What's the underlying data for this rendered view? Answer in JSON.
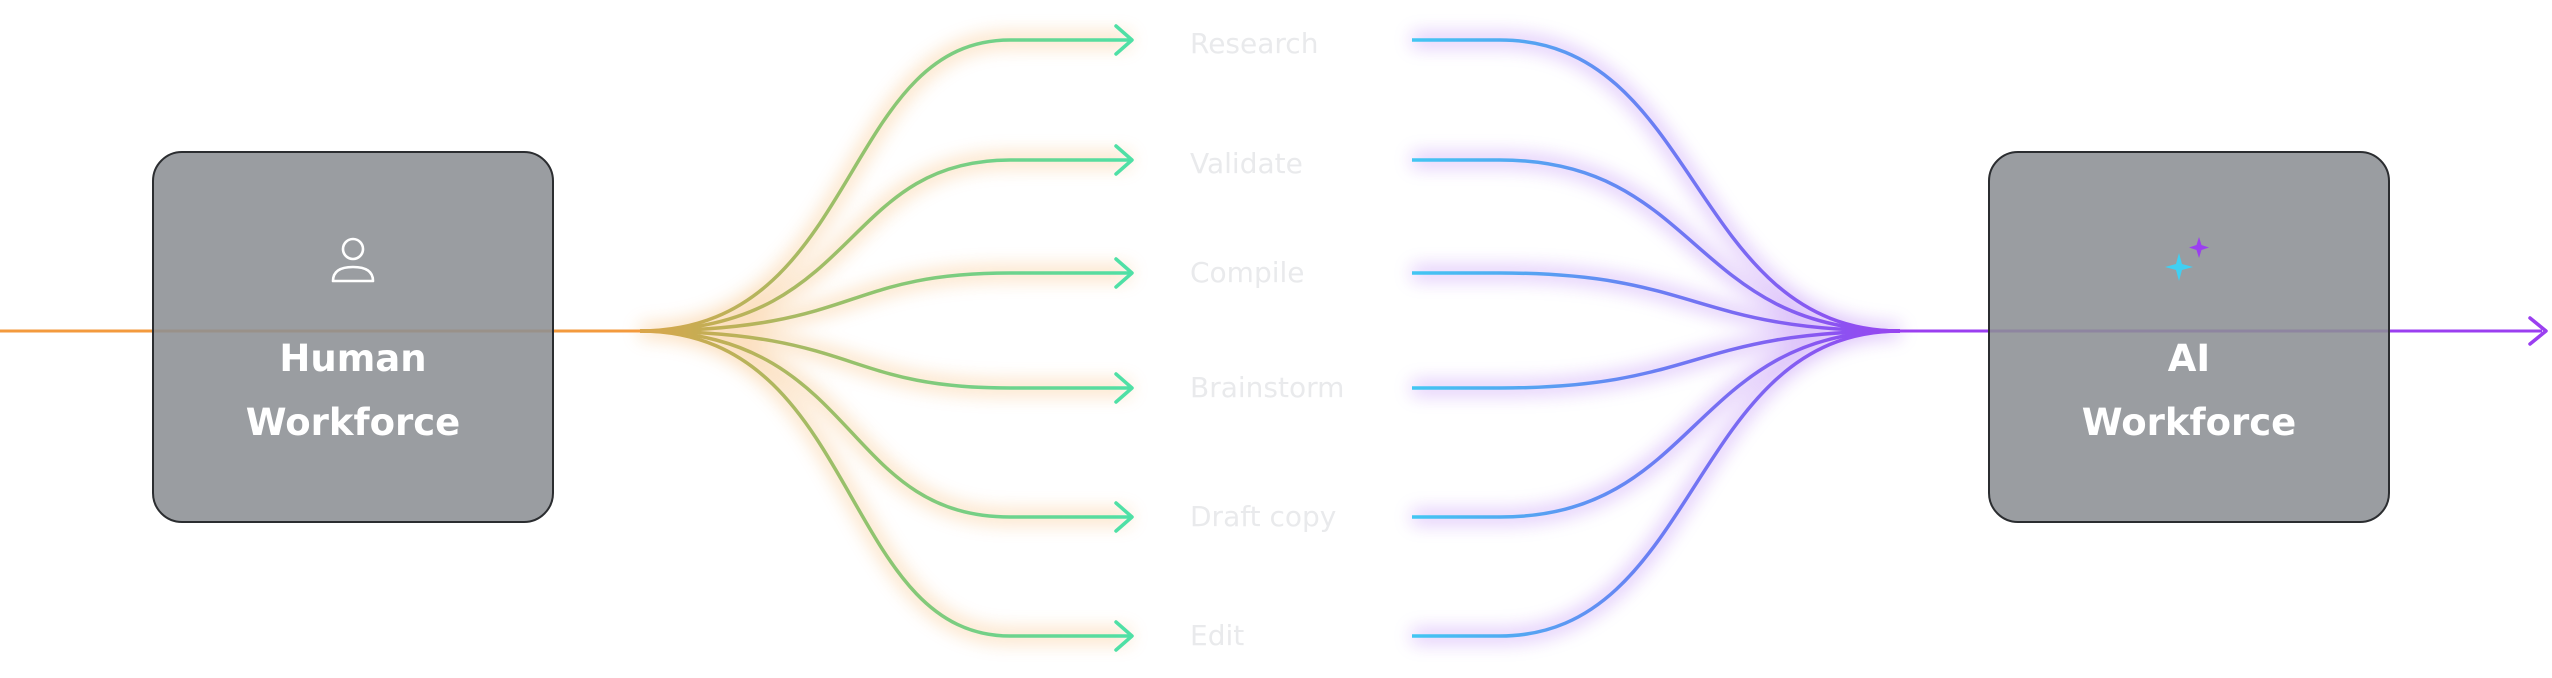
{
  "human_node": {
    "title_line1": "Human",
    "title_line2": "Workforce",
    "icon": "person-icon"
  },
  "ai_node": {
    "title_line1": "AI",
    "title_line2": "Workforce",
    "icon": "sparkle-icon"
  },
  "stages": [
    {
      "label": "Research"
    },
    {
      "label": "Validate"
    },
    {
      "label": "Compile"
    },
    {
      "label": "Brainstorm"
    },
    {
      "label": "Draft copy"
    },
    {
      "label": "Edit"
    }
  ],
  "colors": {
    "human_line": "#f39a3d",
    "green_line": "#4fe0a6",
    "cyan_line": "#41c7f2",
    "purple_line": "#9b3ff0",
    "box_fill": "#8c9094"
  }
}
